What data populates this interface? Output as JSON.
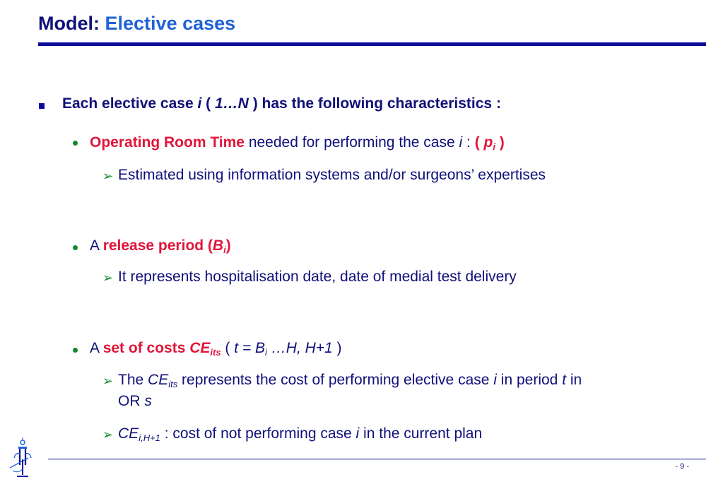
{
  "title": {
    "prefix": "Model:",
    "accent": "Elective cases"
  },
  "bullet1": {
    "t1": "Each elective case ",
    "t2": "i",
    "t3": " ( ",
    "t4": "1…N",
    "t5": " ) has the following characteristics :"
  },
  "or_time": {
    "label": "Operating Room Time",
    "t1": " needed for performing the case ",
    "t2": "i",
    "t3": "  : ",
    "t4": "( ",
    "t5": "p",
    "t6": "i",
    "t7": " )",
    "sub1": "Estimated using information systems and/or surgeons’ expertises"
  },
  "release": {
    "t1": "A ",
    "label": "release period (",
    "var": "B",
    "var_sub": "i",
    "close": ")",
    "sub1": "It represents hospitalisation date, date of medial test delivery"
  },
  "costs": {
    "t1": "A ",
    "label": "set of costs ",
    "var": "CE",
    "var_sub": "its",
    "t2": " ( ",
    "t3": "t = B",
    "t3_sub": "i",
    "t4": " …H, H+1",
    "t5": " )",
    "sub1": {
      "t1": "The ",
      "var": "CE",
      "var_sub": "its",
      "t2": " represents the cost of performing elective case ",
      "t3": "i",
      "t4": " in period ",
      "t5": "t",
      "t6": " in",
      "line2a": "OR ",
      "line2b": "s"
    },
    "sub2": {
      "var": "CE",
      "var_sub": "i,H+1",
      "t1": " : cost of not performing case ",
      "t2": "i",
      "t3": " in the current plan"
    }
  },
  "page_number": "- 9 -",
  "icons": {
    "bullet_l1": "square-bullet",
    "bullet_l2": "dot-bullet",
    "bullet_l3": "arrow-bullet",
    "logo": "institution-logo"
  },
  "colors": {
    "text": "#10107a",
    "accent": "#1f62d6",
    "highlight": "#e0163a",
    "bullet": "#0f8a2a",
    "rule": "#0b0b9a"
  }
}
